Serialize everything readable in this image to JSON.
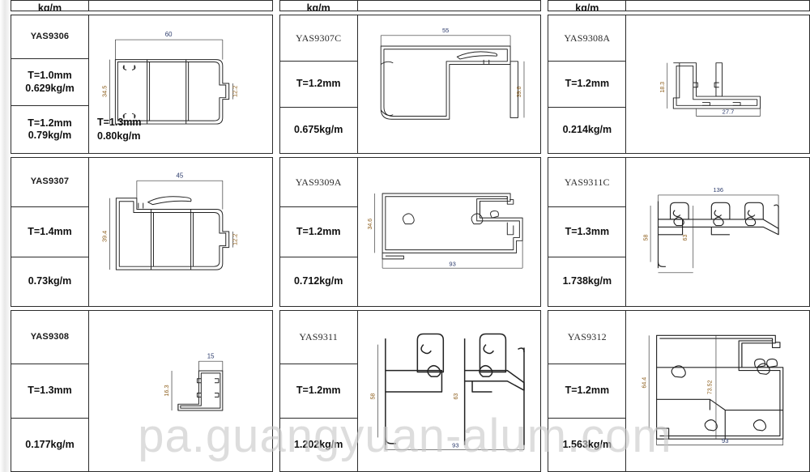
{
  "watermark": {
    "text": "pa.guangyuan-alum.com"
  },
  "columns": [
    {
      "id": "column-1",
      "partial_top": {
        "weight": "kg/m"
      },
      "rows": [
        {
          "code": "YAS9306",
          "code_style": "sans",
          "spec_cells": [
            "T=1.0mm\n0.629kg/m",
            "T=1.2mm\n0.79kg/m"
          ],
          "thickness": "T=1.0mm",
          "weight": "0.629kg/m",
          "thickness2": "T=1.2mm",
          "weight2": "0.79kg/m",
          "note_thickness": "T=1.3mm",
          "note_weight": "0.80kg/m",
          "dims": {
            "width": "60",
            "height": "34.5",
            "detail": "12.2"
          }
        },
        {
          "code": "YAS9307",
          "code_style": "sans",
          "thickness": "T=1.4mm",
          "weight": "0.73kg/m",
          "dims": {
            "width": "45",
            "height": "39.4",
            "detail": "12.2"
          }
        },
        {
          "code": "YAS9308",
          "code_style": "sans",
          "thickness": "T=1.3mm",
          "weight": "0.177kg/m",
          "dims": {
            "width": "15",
            "height": "16.3"
          }
        }
      ]
    },
    {
      "id": "column-2",
      "partial_top": {
        "weight": "kg/m"
      },
      "rows": [
        {
          "code": "YAS9307C",
          "code_style": "serif",
          "thickness": "T=1.2mm",
          "weight": "0.675kg/m",
          "dims": {
            "width": "55",
            "height": "39.6"
          }
        },
        {
          "code": "YAS9309A",
          "code_style": "serif",
          "thickness": "T=1.2mm",
          "weight": "0.712kg/m",
          "dims": {
            "width": "93",
            "height": "34.6"
          }
        },
        {
          "code": "YAS9311",
          "code_style": "serif",
          "thickness": "T=1.2mm",
          "weight": "1.202kg/m",
          "dims": {
            "width": "93",
            "height": "58",
            "detail": "63"
          }
        }
      ]
    },
    {
      "id": "column-3",
      "partial_top": {
        "weight": "kg/m"
      },
      "rows": [
        {
          "code": "YAS9308A",
          "code_style": "serif",
          "thickness": "T=1.2mm",
          "weight": "0.214kg/m",
          "dims": {
            "width": "27.7",
            "height": "18.3"
          }
        },
        {
          "code": "YAS9311C",
          "code_style": "serif",
          "thickness": "T=1.3mm",
          "weight": "1.738kg/m",
          "dims": {
            "width": "136",
            "height": "58",
            "detail": "63"
          }
        },
        {
          "code": "YAS9312",
          "code_style": "serif",
          "thickness": "T=1.2mm",
          "weight": "1.563kg/m",
          "dims": {
            "width": "93",
            "height": "64.4",
            "detail": "73.52"
          }
        }
      ]
    }
  ]
}
